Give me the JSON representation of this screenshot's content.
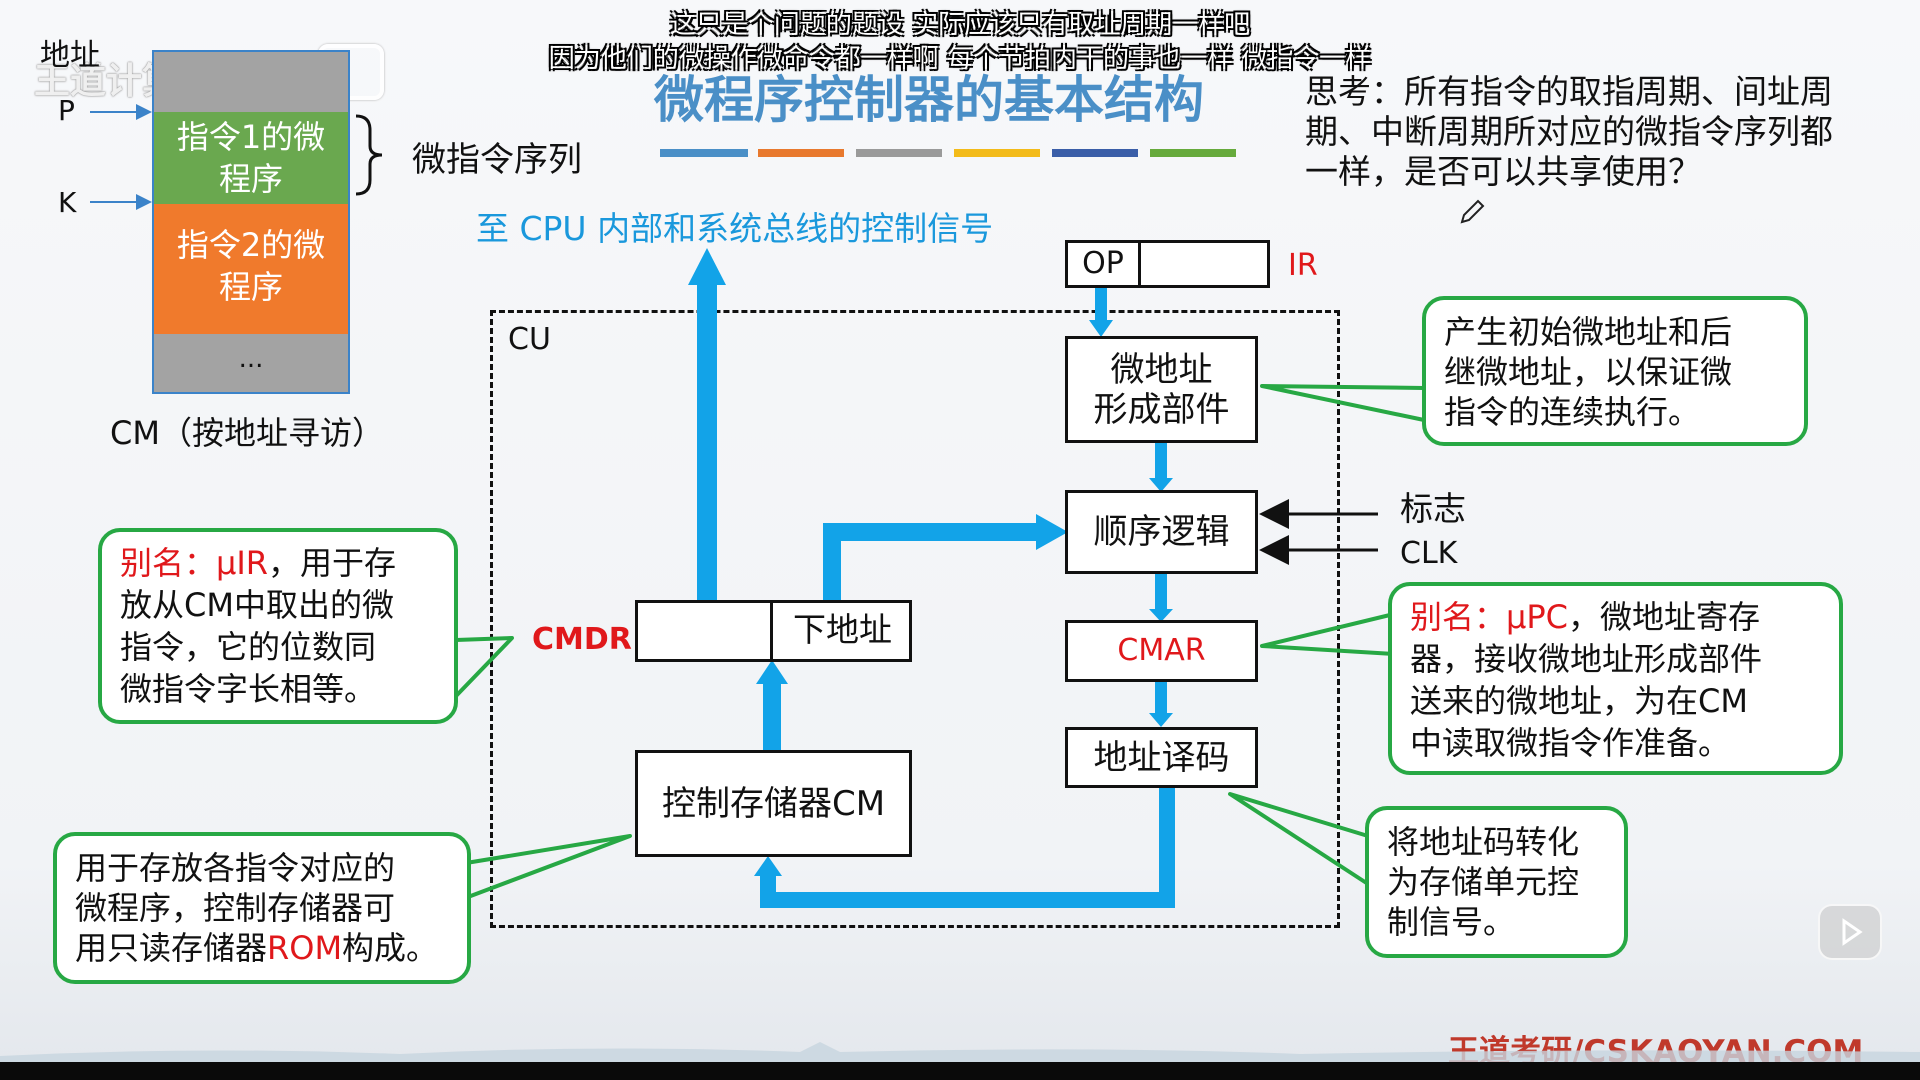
{
  "subtitles": {
    "line1": "这只是个问题的题设  实际应该只有取址周期一样吧",
    "line2": "因为他们的微操作微命令都一样啊  每个节拍内干的事也一样  微指令一样"
  },
  "watermark": "王道计算机教育",
  "title": "微程序控制器的基本结构",
  "title_color": "#4a8fc7",
  "title_underline_colors": [
    "#4a8fc7",
    "#e8792e",
    "#9a9a9a",
    "#f3bb1a",
    "#3a5ea8",
    "#66aa3c"
  ],
  "question": {
    "line1": "思考：所有指令的取指周期、间址周",
    "line2": "期、中断周期所对应的微指令序列都",
    "line3": "一样，是否可以共享使用？"
  },
  "cm_memory": {
    "address_header": "地址",
    "p_label": "P",
    "k_label": "K",
    "seg1_line1": "指令1的微",
    "seg1_line2": "程序",
    "seg2_line1": "指令2的微",
    "seg2_line2": "程序",
    "seg3": "...",
    "brace_label": "微指令序列",
    "caption": "CM（按地址寻访）",
    "seg1_color": "#6aa84f",
    "seg2_color": "#f07a2c",
    "seg3_color": "#a3a3a3"
  },
  "diagram": {
    "control_signal_label": "至 CPU 内部和系统总线的控制信号",
    "cu_label": "CU",
    "ir_op": "OP",
    "ir_label": "IR",
    "addr_gen_line1": "微地址",
    "addr_gen_line2": "形成部件",
    "seq_logic": "顺序逻辑",
    "flag_label": "标志",
    "clk_label": "CLK",
    "cmar": "CMAR",
    "addr_decode": "地址译码",
    "cmdr_label": "CMDR",
    "next_addr": "下地址",
    "control_store": "控制存储器CM",
    "arrow_color": "#12a3e8"
  },
  "callouts": {
    "addr_gen": {
      "line1": "产生初始微地址和后",
      "line2": "继微地址，以保证微",
      "line3": "指令的连续执行。"
    },
    "cmdr": {
      "alias": "别名：μIR",
      "rest1": "，用于存",
      "line2": "放从CM中取出的微",
      "line3": "指令，它的位数同",
      "line4": "微指令字长相等。"
    },
    "cmar": {
      "alias": "别名：μPC",
      "rest1": "，微地址寄存",
      "line2": "器，接收微地址形成部件",
      "line3": "送来的微地址，为在CM",
      "line4": "中读取微指令作准备。"
    },
    "decode": {
      "line1": "将地址码转化",
      "line2": "为存储单元控",
      "line3": "制信号。"
    },
    "cm": {
      "line1": "用于存放各指令对应的",
      "line2": "微程序，控制存储器可",
      "line3a": "用只读存储器",
      "line3b": "ROM",
      "line3c": "构成。"
    }
  },
  "footer": "王道考研/CSKAOYAN.COM",
  "footer_color": "#c0392b"
}
